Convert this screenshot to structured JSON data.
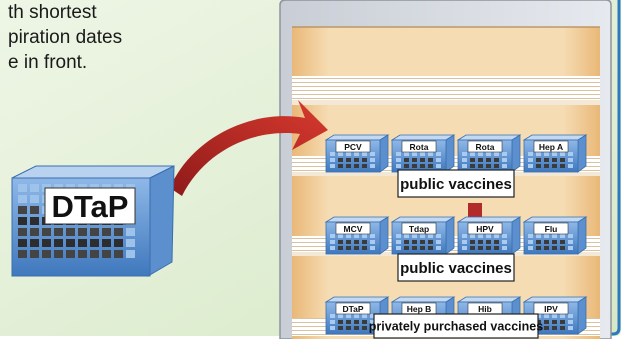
{
  "caption": {
    "line1": "th shortest",
    "line2": "piration dates",
    "line3": "e in front."
  },
  "held_box": {
    "label": "DTaP"
  },
  "shelves": [
    {
      "boxes": [
        "PCV",
        "Rota",
        "Rota",
        "Hep A"
      ],
      "sign": "public vaccines"
    },
    {
      "boxes": [
        "MCV",
        "Tdap",
        "HPV",
        "Flu"
      ],
      "sign": "public vaccines"
    },
    {
      "boxes": [
        "DTaP",
        "Hep B",
        "Hib",
        "IPV"
      ],
      "sign": "privately purchased vaccines"
    }
  ],
  "colors": {
    "background_green": "#e3efd6",
    "fridge_interior": "#f2d3a4",
    "arrow_red": "#c62828",
    "box_blue": "#4f8fd1",
    "accent_blue": "#2b7ac0"
  }
}
